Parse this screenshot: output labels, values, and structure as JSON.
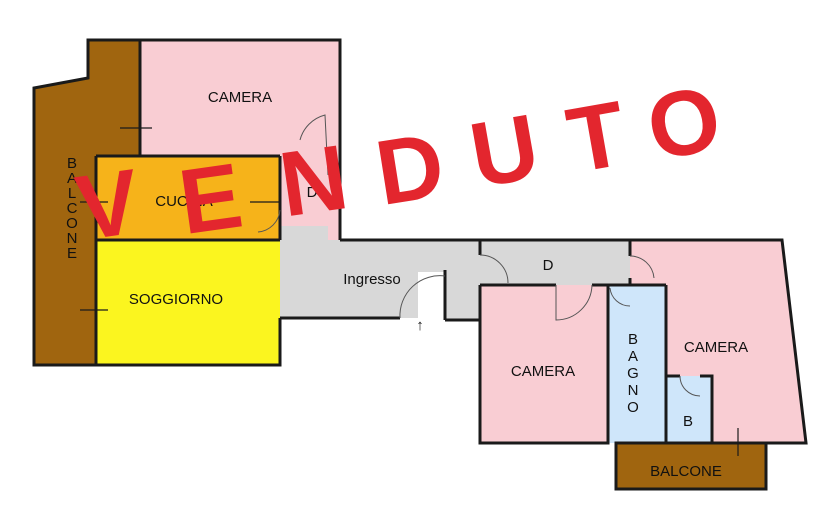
{
  "plan": {
    "rooms": {
      "camera_top": "CAMERA",
      "cucina": "CUCINA",
      "soggiorno": "SOGGIORNO",
      "ingresso": "Ingresso",
      "disimpegno_left": "D",
      "disimpegno_right": "D",
      "camera_mid": "CAMERA",
      "bagno": "BAGNO",
      "camera_right": "CAMERA",
      "bagno_small": "B",
      "balcone_left": "BALCONE",
      "balcone_bottom": "BALCONE"
    },
    "entrance_arrow": "↑",
    "stamp": "VENDUTO",
    "colors": {
      "camera": "#f9cdd3",
      "cucina": "#f6b31a",
      "soggiorno": "#fbf51f",
      "corridor": "#d8d8d8",
      "bagno": "#cfe6fa",
      "balcone": "#a0650f",
      "stamp": "#e3262e"
    }
  }
}
